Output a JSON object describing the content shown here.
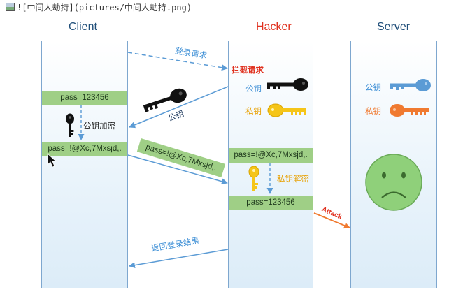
{
  "md_line": "![中间人劫持](pictures/中间人劫持.png)",
  "columns": {
    "client": "Client",
    "hacker": "Hacker",
    "server": "Server"
  },
  "arrows": {
    "login_request": "登录请求",
    "intercept_request": "拦截请求",
    "public_key": "公钥",
    "encrypted_pass": "pass=!@Xc,7Mxsjd,.",
    "attack": "Attack",
    "return_result": "返回登录结果"
  },
  "client": {
    "plain_pass": "pass=123456",
    "encrypt_label": "公钥加密",
    "cipher_pass": "pass=!@Xc,7Mxsjd,."
  },
  "hacker": {
    "public_key_label": "公钥",
    "private_key_label": "私钥",
    "cipher_pass": "pass=!@Xc,7Mxsjd,.",
    "decrypt_label": "私钥解密",
    "plain_pass": "pass=123456"
  },
  "server": {
    "public_key_label": "公钥",
    "private_key_label": "私钥"
  },
  "colors": {
    "key_label_blue": "#3d8fd6",
    "key_label_orange": "#e8a000",
    "hacker_title": "#e0301e",
    "arrow_blue": "#5b9bd5",
    "attack_orange": "#f07a30",
    "bar_green": "#9fcf86",
    "face_green": "#8fd07a"
  }
}
